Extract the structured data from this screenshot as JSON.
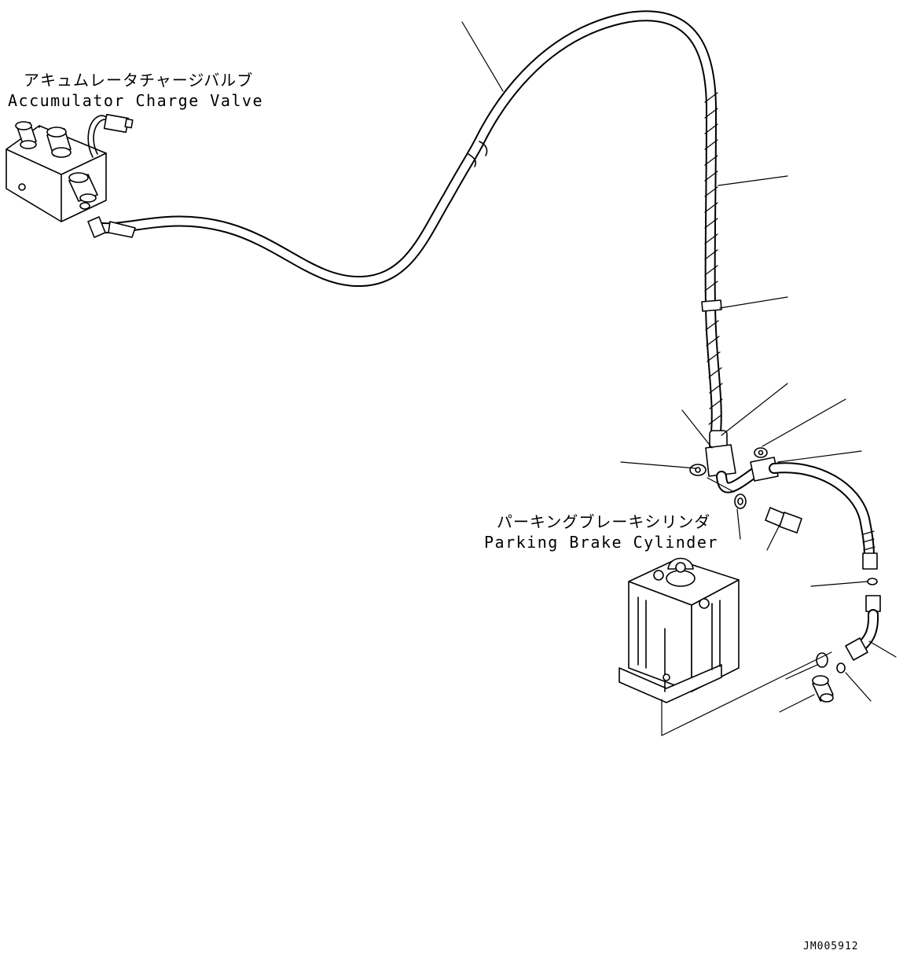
{
  "labels": {
    "accumulator_valve": {
      "jp": "アキュムレータチャージバルブ",
      "en": "Accumulator Charge Valve"
    },
    "parking_cylinder": {
      "jp": "パーキングブレーキシリンダ",
      "en": "Parking Brake Cylinder"
    },
    "drawing_code": "JM005912"
  }
}
